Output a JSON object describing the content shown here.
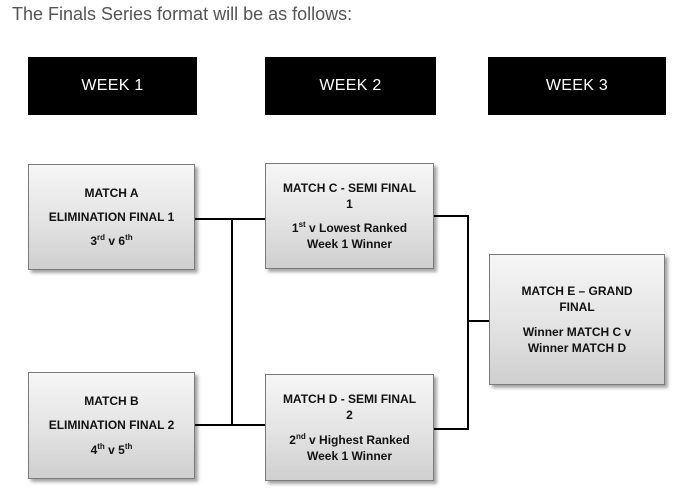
{
  "intro": "The Finals Series format will be as follows:",
  "weeks": [
    "WEEK 1",
    "WEEK 2",
    "WEEK 3"
  ],
  "match_a": {
    "title": "MATCH A",
    "subtitle": "ELIMINATION FINAL 1",
    "t1": "3",
    "t1_sup": "rd",
    "vs": " v ",
    "t2": "6",
    "t2_sup": "th"
  },
  "match_b": {
    "title": "MATCH B",
    "subtitle": "ELIMINATION FINAL 2",
    "t1": "4",
    "t1_sup": "th",
    "vs": " v ",
    "t2": "5",
    "t2_sup": "th"
  },
  "match_c": {
    "title_1": "MATCH C - SEMI FINAL",
    "title_2": "1",
    "rank": "1",
    "rank_sup": "st",
    "desc_1": " v Lowest Ranked",
    "desc_2": "Week 1 Winner"
  },
  "match_d": {
    "title_1": "MATCH D - SEMI FINAL",
    "title_2": "2",
    "rank": "2",
    "rank_sup": "nd",
    "desc_1": " v Highest Ranked",
    "desc_2": "Week 1 Winner"
  },
  "match_e": {
    "title_1": "MATCH E – GRAND",
    "title_2": "FINAL",
    "desc_1": "Winner MATCH C v",
    "desc_2": "Winner MATCH D"
  }
}
